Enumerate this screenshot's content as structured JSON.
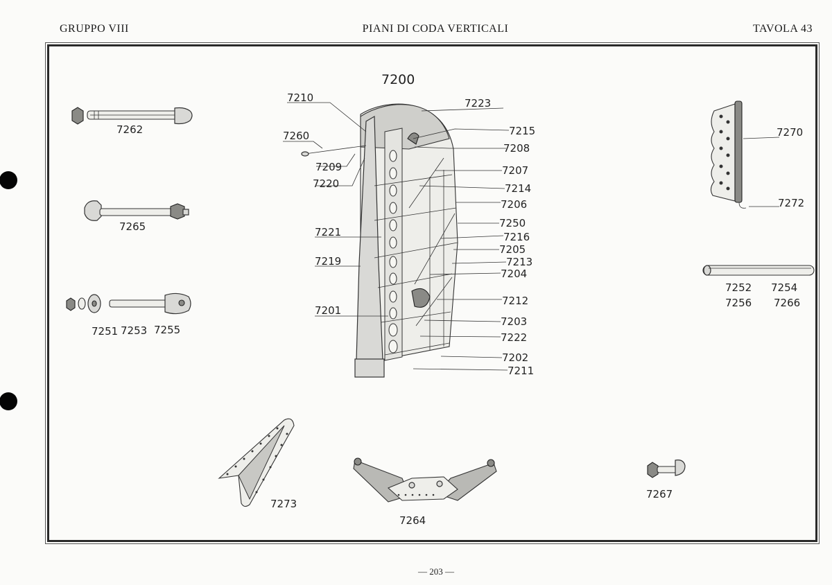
{
  "header": {
    "left": "GRUPPO VIII",
    "center": "PIANI DI CODA VERTICALI",
    "right": "TAVOLA 43"
  },
  "page_number": "— 203 —",
  "assembly_label": "7200",
  "callouts": {
    "c7210": "7210",
    "c7223": "7223",
    "c7260": "7260",
    "c7215": "7215",
    "c7208": "7208",
    "c7209": "7209",
    "c7220": "7220",
    "c7207": "7207",
    "c7214": "7214",
    "c7206": "7206",
    "c7250": "7250",
    "c7221": "7221",
    "c7216": "7216",
    "c7205": "7205",
    "c7213": "7213",
    "c7219": "7219",
    "c7204": "7204",
    "c7212": "7212",
    "c7201": "7201",
    "c7203": "7203",
    "c7222": "7222",
    "c7202": "7202",
    "c7211": "7211"
  },
  "parts": {
    "p7262": "7262",
    "p7265": "7265",
    "p7251": "7251",
    "p7253": "7253",
    "p7255": "7255",
    "p7270": "7270",
    "p7272": "7272",
    "p7252": "7252",
    "p7254": "7254",
    "p7256": "7256",
    "p7266": "7266",
    "p7273": "7273",
    "p7264": "7264",
    "p7267": "7267"
  }
}
